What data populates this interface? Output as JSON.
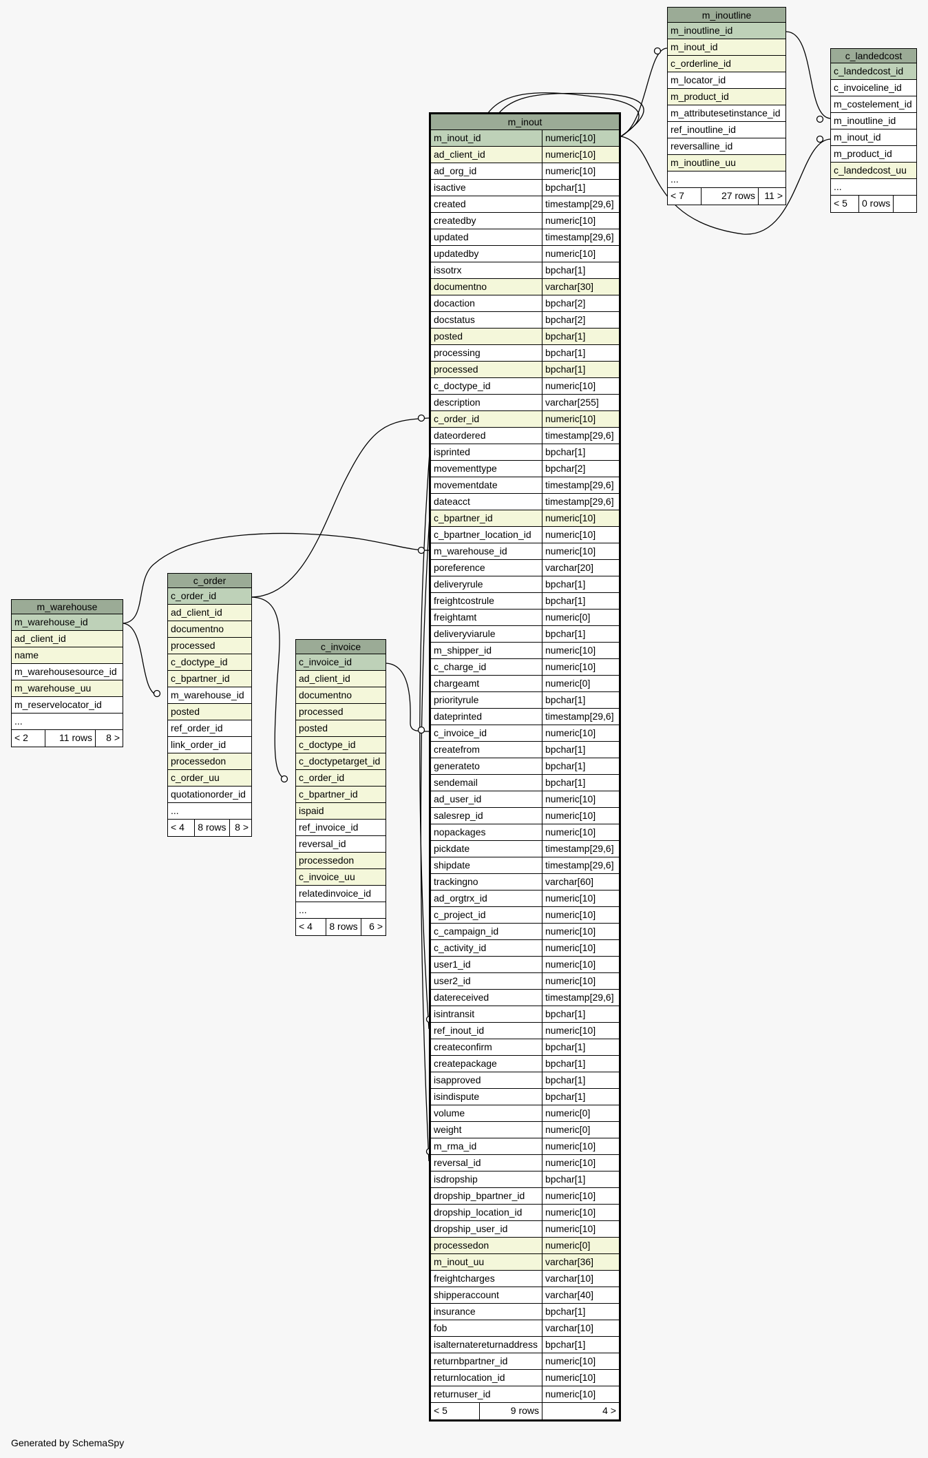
{
  "footer": "Generated by SchemaSpy",
  "tables": {
    "m_warehouse": {
      "name": "m_warehouse",
      "columns": [
        {
          "name": "m_warehouse_id",
          "kind": "pk"
        },
        {
          "name": "ad_client_id",
          "kind": "idx"
        },
        {
          "name": "name",
          "kind": "idx"
        },
        {
          "name": "m_warehousesource_id",
          "kind": "plain"
        },
        {
          "name": "m_warehouse_uu",
          "kind": "idx"
        },
        {
          "name": "m_reservelocator_id",
          "kind": "plain"
        },
        {
          "name": "...",
          "kind": "plain"
        }
      ],
      "footer": {
        "left": "< 2",
        "mid": "11 rows",
        "right": "8 >"
      }
    },
    "c_order": {
      "name": "c_order",
      "columns": [
        {
          "name": "c_order_id",
          "kind": "pk"
        },
        {
          "name": "ad_client_id",
          "kind": "idx"
        },
        {
          "name": "documentno",
          "kind": "idx"
        },
        {
          "name": "processed",
          "kind": "idx"
        },
        {
          "name": "c_doctype_id",
          "kind": "idx"
        },
        {
          "name": "c_bpartner_id",
          "kind": "idx"
        },
        {
          "name": "m_warehouse_id",
          "kind": "plain"
        },
        {
          "name": "posted",
          "kind": "idx"
        },
        {
          "name": "ref_order_id",
          "kind": "plain"
        },
        {
          "name": "link_order_id",
          "kind": "plain"
        },
        {
          "name": "processedon",
          "kind": "idx"
        },
        {
          "name": "c_order_uu",
          "kind": "idx"
        },
        {
          "name": "quotationorder_id",
          "kind": "plain"
        },
        {
          "name": "...",
          "kind": "plain"
        }
      ],
      "footer": {
        "left": "< 4",
        "mid": "8 rows",
        "right": "8 >"
      }
    },
    "c_invoice": {
      "name": "c_invoice",
      "columns": [
        {
          "name": "c_invoice_id",
          "kind": "pk"
        },
        {
          "name": "ad_client_id",
          "kind": "idx"
        },
        {
          "name": "documentno",
          "kind": "idx"
        },
        {
          "name": "processed",
          "kind": "idx"
        },
        {
          "name": "posted",
          "kind": "idx"
        },
        {
          "name": "c_doctype_id",
          "kind": "idx"
        },
        {
          "name": "c_doctypetarget_id",
          "kind": "idx"
        },
        {
          "name": "c_order_id",
          "kind": "idx"
        },
        {
          "name": "c_bpartner_id",
          "kind": "idx"
        },
        {
          "name": "ispaid",
          "kind": "idx"
        },
        {
          "name": "ref_invoice_id",
          "kind": "plain"
        },
        {
          "name": "reversal_id",
          "kind": "plain"
        },
        {
          "name": "processedon",
          "kind": "idx"
        },
        {
          "name": "c_invoice_uu",
          "kind": "idx"
        },
        {
          "name": "relatedinvoice_id",
          "kind": "plain"
        },
        {
          "name": "...",
          "kind": "plain"
        }
      ],
      "footer": {
        "left": "< 4",
        "mid": "8 rows",
        "right": "6 >"
      }
    },
    "m_inout": {
      "name": "m_inout",
      "columns": [
        {
          "name": "m_inout_id",
          "type": "numeric[10]",
          "kind": "pk"
        },
        {
          "name": "ad_client_id",
          "type": "numeric[10]",
          "kind": "idx"
        },
        {
          "name": "ad_org_id",
          "type": "numeric[10]",
          "kind": "plain"
        },
        {
          "name": "isactive",
          "type": "bpchar[1]",
          "kind": "plain"
        },
        {
          "name": "created",
          "type": "timestamp[29,6]",
          "kind": "plain"
        },
        {
          "name": "createdby",
          "type": "numeric[10]",
          "kind": "plain"
        },
        {
          "name": "updated",
          "type": "timestamp[29,6]",
          "kind": "plain"
        },
        {
          "name": "updatedby",
          "type": "numeric[10]",
          "kind": "plain"
        },
        {
          "name": "issotrx",
          "type": "bpchar[1]",
          "kind": "plain"
        },
        {
          "name": "documentno",
          "type": "varchar[30]",
          "kind": "idx"
        },
        {
          "name": "docaction",
          "type": "bpchar[2]",
          "kind": "plain"
        },
        {
          "name": "docstatus",
          "type": "bpchar[2]",
          "kind": "plain"
        },
        {
          "name": "posted",
          "type": "bpchar[1]",
          "kind": "idx"
        },
        {
          "name": "processing",
          "type": "bpchar[1]",
          "kind": "plain"
        },
        {
          "name": "processed",
          "type": "bpchar[1]",
          "kind": "idx"
        },
        {
          "name": "c_doctype_id",
          "type": "numeric[10]",
          "kind": "plain"
        },
        {
          "name": "description",
          "type": "varchar[255]",
          "kind": "plain"
        },
        {
          "name": "c_order_id",
          "type": "numeric[10]",
          "kind": "idx"
        },
        {
          "name": "dateordered",
          "type": "timestamp[29,6]",
          "kind": "plain"
        },
        {
          "name": "isprinted",
          "type": "bpchar[1]",
          "kind": "plain"
        },
        {
          "name": "movementtype",
          "type": "bpchar[2]",
          "kind": "plain"
        },
        {
          "name": "movementdate",
          "type": "timestamp[29,6]",
          "kind": "plain"
        },
        {
          "name": "dateacct",
          "type": "timestamp[29,6]",
          "kind": "plain"
        },
        {
          "name": "c_bpartner_id",
          "type": "numeric[10]",
          "kind": "idx"
        },
        {
          "name": "c_bpartner_location_id",
          "type": "numeric[10]",
          "kind": "plain"
        },
        {
          "name": "m_warehouse_id",
          "type": "numeric[10]",
          "kind": "plain"
        },
        {
          "name": "poreference",
          "type": "varchar[20]",
          "kind": "plain"
        },
        {
          "name": "deliveryrule",
          "type": "bpchar[1]",
          "kind": "plain"
        },
        {
          "name": "freightcostrule",
          "type": "bpchar[1]",
          "kind": "plain"
        },
        {
          "name": "freightamt",
          "type": "numeric[0]",
          "kind": "plain"
        },
        {
          "name": "deliveryviarule",
          "type": "bpchar[1]",
          "kind": "plain"
        },
        {
          "name": "m_shipper_id",
          "type": "numeric[10]",
          "kind": "plain"
        },
        {
          "name": "c_charge_id",
          "type": "numeric[10]",
          "kind": "plain"
        },
        {
          "name": "chargeamt",
          "type": "numeric[0]",
          "kind": "plain"
        },
        {
          "name": "priorityrule",
          "type": "bpchar[1]",
          "kind": "plain"
        },
        {
          "name": "dateprinted",
          "type": "timestamp[29,6]",
          "kind": "plain"
        },
        {
          "name": "c_invoice_id",
          "type": "numeric[10]",
          "kind": "plain"
        },
        {
          "name": "createfrom",
          "type": "bpchar[1]",
          "kind": "plain"
        },
        {
          "name": "generateto",
          "type": "bpchar[1]",
          "kind": "plain"
        },
        {
          "name": "sendemail",
          "type": "bpchar[1]",
          "kind": "plain"
        },
        {
          "name": "ad_user_id",
          "type": "numeric[10]",
          "kind": "plain"
        },
        {
          "name": "salesrep_id",
          "type": "numeric[10]",
          "kind": "plain"
        },
        {
          "name": "nopackages",
          "type": "numeric[10]",
          "kind": "plain"
        },
        {
          "name": "pickdate",
          "type": "timestamp[29,6]",
          "kind": "plain"
        },
        {
          "name": "shipdate",
          "type": "timestamp[29,6]",
          "kind": "plain"
        },
        {
          "name": "trackingno",
          "type": "varchar[60]",
          "kind": "plain"
        },
        {
          "name": "ad_orgtrx_id",
          "type": "numeric[10]",
          "kind": "plain"
        },
        {
          "name": "c_project_id",
          "type": "numeric[10]",
          "kind": "plain"
        },
        {
          "name": "c_campaign_id",
          "type": "numeric[10]",
          "kind": "plain"
        },
        {
          "name": "c_activity_id",
          "type": "numeric[10]",
          "kind": "plain"
        },
        {
          "name": "user1_id",
          "type": "numeric[10]",
          "kind": "plain"
        },
        {
          "name": "user2_id",
          "type": "numeric[10]",
          "kind": "plain"
        },
        {
          "name": "datereceived",
          "type": "timestamp[29,6]",
          "kind": "plain"
        },
        {
          "name": "isintransit",
          "type": "bpchar[1]",
          "kind": "plain"
        },
        {
          "name": "ref_inout_id",
          "type": "numeric[10]",
          "kind": "plain"
        },
        {
          "name": "createconfirm",
          "type": "bpchar[1]",
          "kind": "plain"
        },
        {
          "name": "createpackage",
          "type": "bpchar[1]",
          "kind": "plain"
        },
        {
          "name": "isapproved",
          "type": "bpchar[1]",
          "kind": "plain"
        },
        {
          "name": "isindispute",
          "type": "bpchar[1]",
          "kind": "plain"
        },
        {
          "name": "volume",
          "type": "numeric[0]",
          "kind": "plain"
        },
        {
          "name": "weight",
          "type": "numeric[0]",
          "kind": "plain"
        },
        {
          "name": "m_rma_id",
          "type": "numeric[10]",
          "kind": "plain"
        },
        {
          "name": "reversal_id",
          "type": "numeric[10]",
          "kind": "plain"
        },
        {
          "name": "isdropship",
          "type": "bpchar[1]",
          "kind": "plain"
        },
        {
          "name": "dropship_bpartner_id",
          "type": "numeric[10]",
          "kind": "plain"
        },
        {
          "name": "dropship_location_id",
          "type": "numeric[10]",
          "kind": "plain"
        },
        {
          "name": "dropship_user_id",
          "type": "numeric[10]",
          "kind": "plain"
        },
        {
          "name": "processedon",
          "type": "numeric[0]",
          "kind": "idx"
        },
        {
          "name": "m_inout_uu",
          "type": "varchar[36]",
          "kind": "idx"
        },
        {
          "name": "freightcharges",
          "type": "varchar[10]",
          "kind": "plain"
        },
        {
          "name": "shipperaccount",
          "type": "varchar[40]",
          "kind": "plain"
        },
        {
          "name": "insurance",
          "type": "bpchar[1]",
          "kind": "plain"
        },
        {
          "name": "fob",
          "type": "varchar[10]",
          "kind": "plain"
        },
        {
          "name": "isalternatereturnaddress",
          "type": "bpchar[1]",
          "kind": "plain"
        },
        {
          "name": "returnbpartner_id",
          "type": "numeric[10]",
          "kind": "plain"
        },
        {
          "name": "returnlocation_id",
          "type": "numeric[10]",
          "kind": "plain"
        },
        {
          "name": "returnuser_id",
          "type": "numeric[10]",
          "kind": "plain"
        }
      ],
      "footer": {
        "left": "< 5",
        "mid": "9 rows",
        "right": "4 >"
      }
    },
    "m_inoutline": {
      "name": "m_inoutline",
      "columns": [
        {
          "name": "m_inoutline_id",
          "kind": "pk"
        },
        {
          "name": "m_inout_id",
          "kind": "idx"
        },
        {
          "name": "c_orderline_id",
          "kind": "idx"
        },
        {
          "name": "m_locator_id",
          "kind": "plain"
        },
        {
          "name": "m_product_id",
          "kind": "idx"
        },
        {
          "name": "m_attributesetinstance_id",
          "kind": "plain"
        },
        {
          "name": "ref_inoutline_id",
          "kind": "plain"
        },
        {
          "name": "reversalline_id",
          "kind": "plain"
        },
        {
          "name": "m_inoutline_uu",
          "kind": "idx"
        },
        {
          "name": "...",
          "kind": "plain"
        }
      ],
      "footer": {
        "left": "< 7",
        "mid": "27 rows",
        "right": "11 >"
      }
    },
    "c_landedcost": {
      "name": "c_landedcost",
      "columns": [
        {
          "name": "c_landedcost_id",
          "kind": "pk"
        },
        {
          "name": "c_invoiceline_id",
          "kind": "plain"
        },
        {
          "name": "m_costelement_id",
          "kind": "plain"
        },
        {
          "name": "m_inoutline_id",
          "kind": "plain"
        },
        {
          "name": "m_inout_id",
          "kind": "plain"
        },
        {
          "name": "m_product_id",
          "kind": "plain"
        },
        {
          "name": "c_landedcost_uu",
          "kind": "idx"
        },
        {
          "name": "...",
          "kind": "plain"
        }
      ],
      "footer": {
        "left": "< 5",
        "mid": "0 rows",
        "right": ""
      }
    }
  },
  "relationships": [
    {
      "from_table": "m_warehouse",
      "from_column": "m_warehouse_id",
      "to_table": "c_order",
      "to_column": "m_warehouse_id"
    },
    {
      "from_table": "m_warehouse",
      "from_column": "m_warehouse_id",
      "to_table": "m_inout",
      "to_column": "m_warehouse_id"
    },
    {
      "from_table": "c_order",
      "from_column": "c_order_id",
      "to_table": "m_inout",
      "to_column": "c_order_id"
    },
    {
      "from_table": "c_order",
      "from_column": "c_order_id",
      "to_table": "c_invoice",
      "to_column": "c_order_id"
    },
    {
      "from_table": "c_invoice",
      "from_column": "c_invoice_id",
      "to_table": "m_inout",
      "to_column": "c_invoice_id"
    },
    {
      "from_table": "m_inout",
      "from_column": "m_inout_id",
      "to_table": "m_inout",
      "to_column": "ref_inout_id"
    },
    {
      "from_table": "m_inout",
      "from_column": "m_inout_id",
      "to_table": "m_inout",
      "to_column": "reversal_id"
    },
    {
      "from_table": "m_inout",
      "from_column": "m_inout_id",
      "to_table": "m_inoutline",
      "to_column": "m_inout_id"
    },
    {
      "from_table": "m_inout",
      "from_column": "m_inout_id",
      "to_table": "c_landedcost",
      "to_column": "m_inout_id"
    },
    {
      "from_table": "m_inoutline",
      "from_column": "m_inoutline_id",
      "to_table": "c_landedcost",
      "to_column": "m_inoutline_id"
    }
  ]
}
